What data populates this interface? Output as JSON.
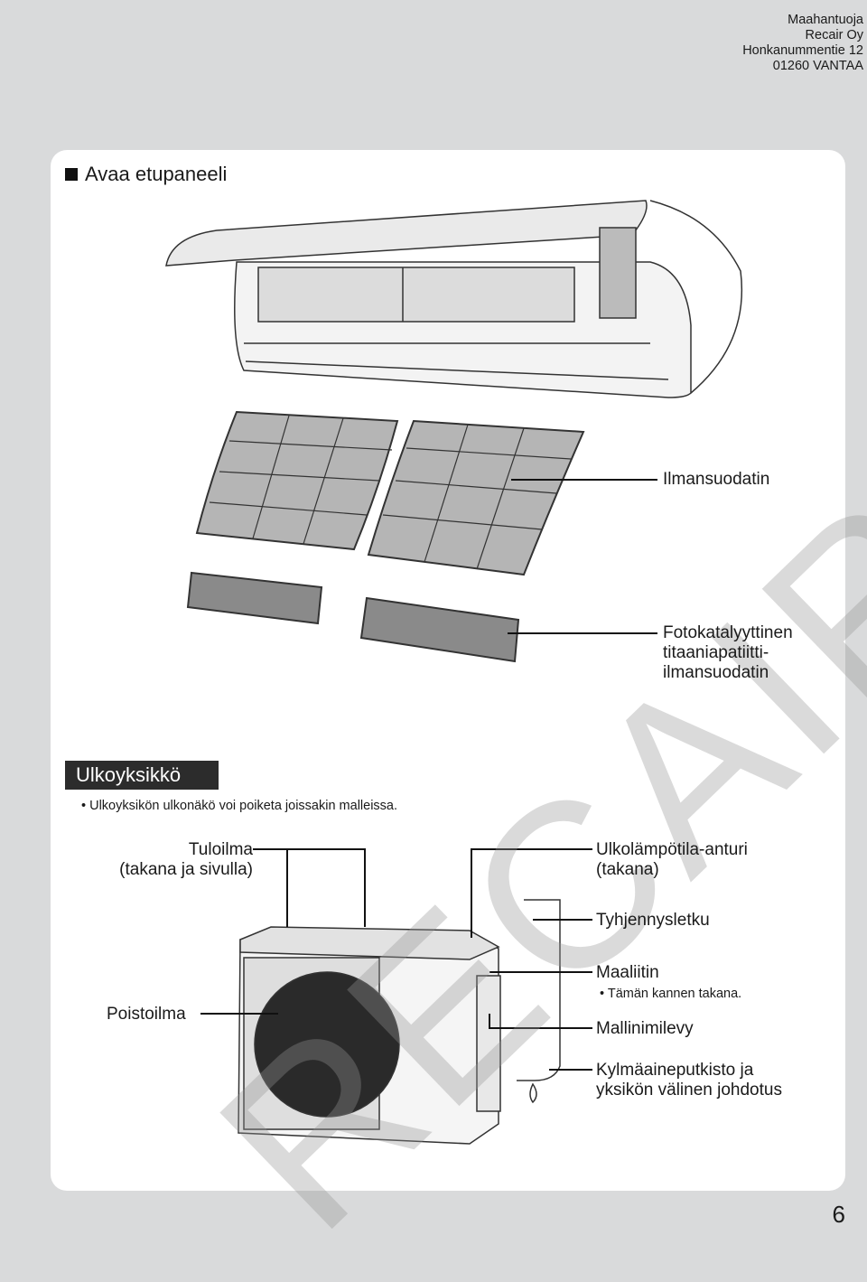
{
  "header": {
    "address_lines": [
      "Maahantuoja",
      "Recair Oy",
      "Honkanummentie 12",
      "01260 VANTAA"
    ]
  },
  "section": {
    "title": "Avaa etupaneeli"
  },
  "watermark": "RECAIR OY",
  "indoor_labels": {
    "air_filter": "Ilmansuodatin",
    "photocatalytic_l1": "Fotokatalyyttinen",
    "photocatalytic_l2": "titaaniapatiitti-",
    "photocatalytic_l3": "ilmansuodatin"
  },
  "outdoor": {
    "badge": "Ulkoyksikkö",
    "note": "Ulkoyksikön ulkonäkö voi poiketa joissakin malleissa.",
    "intake_l1": "Tuloilma",
    "intake_l2": "(takana ja sivulla)",
    "exhaust": "Poistoilma",
    "sensor_l1": "Ulkolämpötila-anturi",
    "sensor_l2": "(takana)",
    "drain": "Tyhjennysletku",
    "ground": "Maaliitin",
    "ground_note": "Tämän kannen takana.",
    "nameplate": "Mallinimilevy",
    "piping_l1": "Kylmäaineputkisto ja",
    "piping_l2": "yksikön välinen johdotus"
  },
  "page": {
    "number": "6"
  }
}
